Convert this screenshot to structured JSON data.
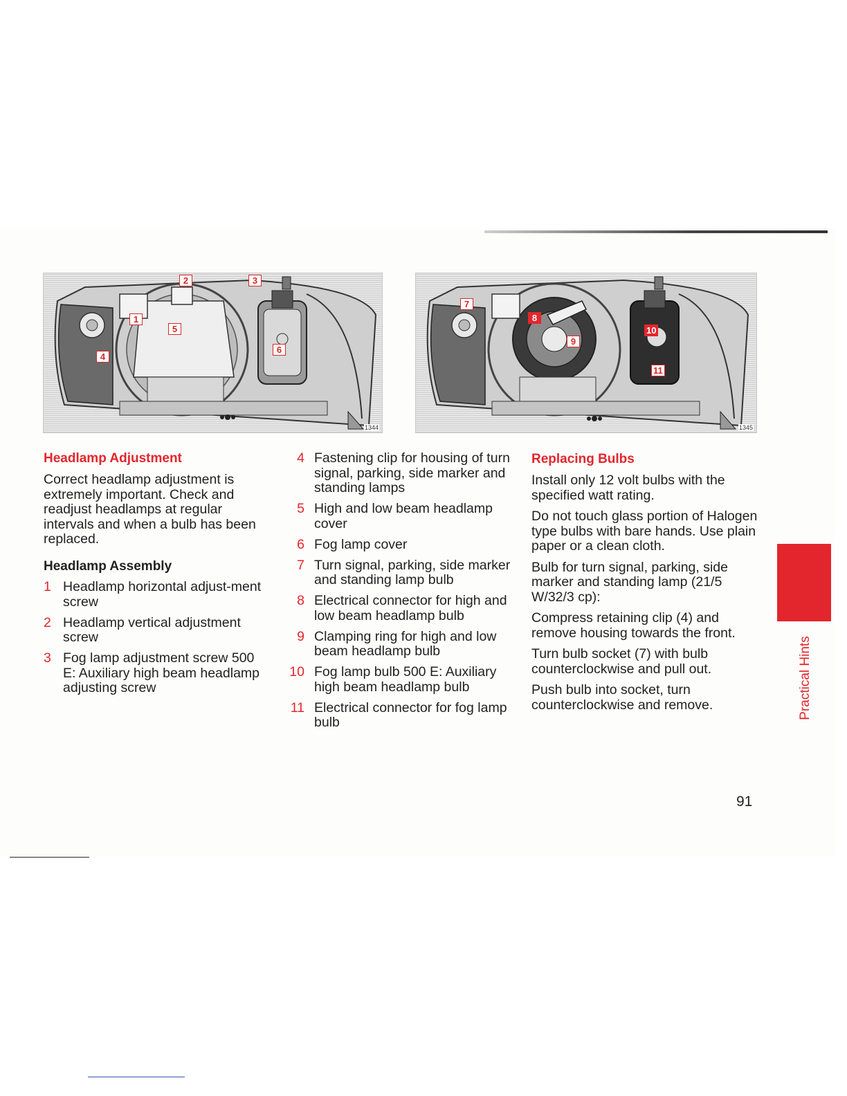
{
  "figures": {
    "left": {
      "number": "1344",
      "callouts": [
        "1",
        "2",
        "3",
        "4",
        "5",
        "6"
      ]
    },
    "right": {
      "number": "1345",
      "callouts": [
        "7",
        "8",
        "9",
        "10",
        "11"
      ]
    }
  },
  "col1": {
    "heading": "Headlamp Adjustment",
    "intro": "Correct headlamp adjustment is extremely important. Check and readjust headlamps at regular intervals and when a bulb has been replaced.",
    "subheading": "Headlamp Assembly",
    "items": [
      {
        "num": "1",
        "text": "Headlamp horizontal adjust-ment screw"
      },
      {
        "num": "2",
        "text": "Headlamp vertical adjustment screw"
      },
      {
        "num": "3",
        "text": "Fog lamp adjustment screw 500 E: Auxiliary high beam headlamp adjusting screw"
      }
    ]
  },
  "col2": {
    "items": [
      {
        "num": "4",
        "text": "Fastening clip for housing of turn signal, parking, side marker and standing lamps"
      },
      {
        "num": "5",
        "text": "High and low beam headlamp cover"
      },
      {
        "num": "6",
        "text": "Fog lamp cover"
      },
      {
        "num": "7",
        "text": "Turn signal, parking, side marker and standing lamp bulb"
      },
      {
        "num": "8",
        "text": "Electrical connector for high and low beam headlamp bulb"
      },
      {
        "num": "9",
        "text": "Clamping ring for high and low beam headlamp bulb"
      },
      {
        "num": "10",
        "text": "Fog lamp bulb 500 E: Auxiliary high beam headlamp bulb"
      },
      {
        "num": "11",
        "text": "Electrical connector for fog lamp bulb"
      }
    ]
  },
  "col3": {
    "heading": "Replacing Bulbs",
    "paragraphs": [
      "Install only 12 volt bulbs with the specified watt rating.",
      "Do not touch glass portion of Halogen type bulbs with bare hands. Use plain paper or a clean cloth.",
      "Bulb for turn signal, parking, side marker and standing lamp (21/5 W/32/3 cp):",
      "Compress retaining clip (4) and remove housing towards the front.",
      "Turn bulb socket (7) with bulb counterclockwise and pull out.",
      "Push bulb into socket, turn counterclockwise and remove."
    ]
  },
  "sidebar": {
    "label": "Practical Hints",
    "color": "#e3262d"
  },
  "page_number": "91"
}
